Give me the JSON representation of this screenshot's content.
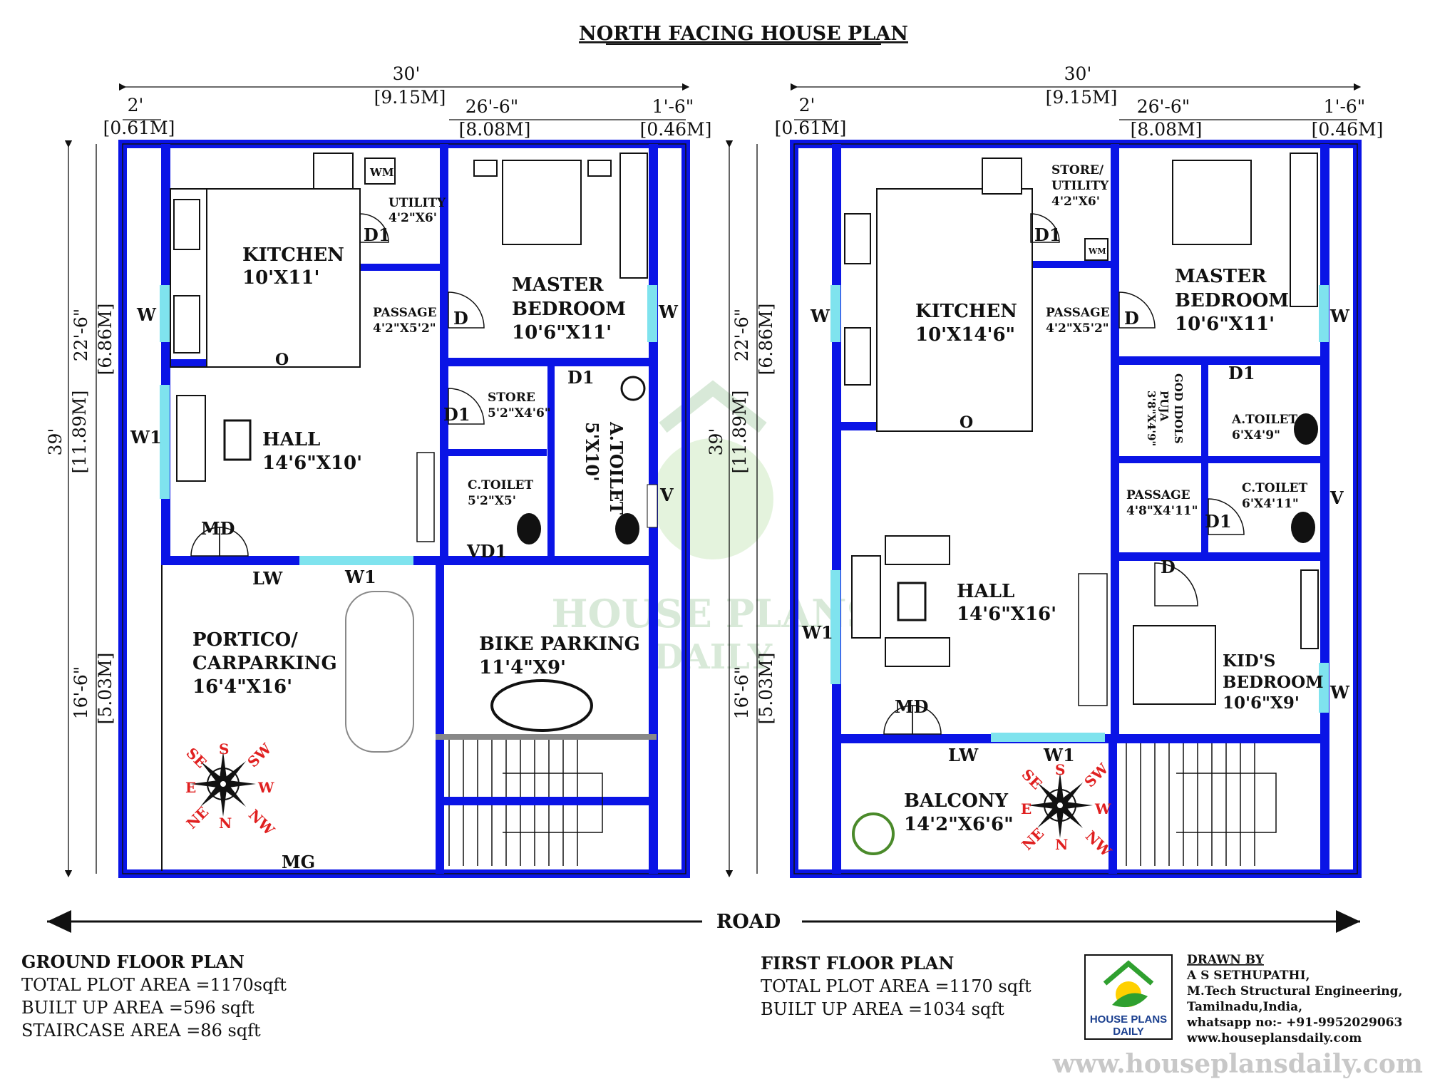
{
  "title": "NORTH FACING HOUSE PLAN",
  "road": "ROAD",
  "watermark": {
    "line1": "HOUSE PLANS",
    "line2": "DAILY"
  },
  "ground": {
    "dims": {
      "w": "30'",
      "w_m": "[9.15M]",
      "a": "2'",
      "a_m": "[0.61M]",
      "b": "26'-6\"",
      "b_m": "[8.08M]",
      "c": "1'-6\"",
      "c_m": "[0.46M]",
      "h": "39'",
      "h_m": "[11.89M]",
      "h1": "22'-6\"",
      "h1_m": "[6.86M]",
      "h2": "16'-6\"",
      "h2_m": "[5.03M]"
    },
    "rooms": {
      "kitchen": [
        "KITCHEN",
        "10'X11'"
      ],
      "utility": [
        "UTILITY",
        "4'2\"X6'"
      ],
      "passage": [
        "PASSAGE",
        "4'2\"X5'2\""
      ],
      "master": [
        "MASTER",
        "BEDROOM",
        "10'6\"X11'"
      ],
      "store": [
        "STORE",
        "5'2\"X4'6\""
      ],
      "atoilet": [
        "A.TOILET",
        "5'X10'"
      ],
      "ctoilet": [
        "C.TOILET",
        "5'2\"X5'"
      ],
      "hall": [
        "HALL",
        "14'6\"X10'"
      ],
      "portico": [
        "PORTICO/",
        "CARPARKING",
        "16'4\"X16'"
      ],
      "bike": [
        "BIKE PARKING",
        "11'4\"X9'"
      ]
    },
    "tags": {
      "wm": "WM",
      "d1a": "D1",
      "d1b": "D1",
      "d1c": "D1",
      "d": "D",
      "o": "O",
      "w_left": "W",
      "w_right": "W",
      "w1_left": "W1",
      "w1_bottom": "W1",
      "md": "MD",
      "lw": "LW",
      "vd1": "VD1",
      "v": "V",
      "mg": "MG"
    },
    "compass": {
      "s": "S",
      "sw": "SW",
      "w": "W",
      "nw": "NW",
      "n": "N",
      "ne": "NE",
      "e": "E",
      "se": "SE"
    },
    "notes": {
      "heading": "GROUND FLOOR PLAN",
      "plot": "TOTAL PLOT AREA =1170sqft",
      "builtup": "BUILT UP AREA =596 sqft",
      "stair": "STAIRCASE AREA =86 sqft"
    }
  },
  "first": {
    "dims": {
      "w": "30'",
      "w_m": "[9.15M]",
      "a": "2'",
      "a_m": "[0.61M]",
      "b": "26'-6\"",
      "b_m": "[8.08M]",
      "c": "1'-6\"",
      "c_m": "[0.46M]",
      "h": "39'",
      "h_m": "[11.89M]",
      "h1": "22'-6\"",
      "h1_m": "[6.86M]",
      "h2": "16'-6\"",
      "h2_m": "[5.03M]"
    },
    "rooms": {
      "store": [
        "STORE/",
        "UTILITY",
        "4'2\"X6'"
      ],
      "kitchen": [
        "KITCHEN",
        "10'X14'6\""
      ],
      "passage": [
        "PASSAGE",
        "4'2\"X5'2\""
      ],
      "master": [
        "MASTER",
        "BEDROOM",
        "10'6\"X11'"
      ],
      "puja": [
        "GOD IDOLS",
        "PUJA",
        "3'8\"X4'9\""
      ],
      "atoilet": [
        "A.TOILET",
        "6'X4'9\""
      ],
      "passage2": [
        "PASSAGE",
        "4'8\"X4'11\""
      ],
      "ctoilet": [
        "C.TOILET",
        "6'X4'11\""
      ],
      "hall": [
        "HALL",
        "14'6\"X16'"
      ],
      "kids": [
        "KID'S",
        "BEDROOM",
        "10'6\"X9'"
      ],
      "balcony": [
        "BALCONY",
        "14'2\"X6'6\""
      ]
    },
    "tags": {
      "wm": "WM",
      "d1a": "D1",
      "d1b": "D1",
      "d1c": "D1",
      "d": "D",
      "d2": "D",
      "o": "O",
      "w_left": "W",
      "w_right": "W",
      "w_right2": "W",
      "w1_left": "W1",
      "w1_bottom": "W1",
      "md": "MD",
      "lw": "LW",
      "v": "V"
    },
    "compass": {
      "s": "S",
      "sw": "SW",
      "w": "W",
      "nw": "NW",
      "n": "N",
      "ne": "NE",
      "e": "E",
      "se": "SE"
    },
    "notes": {
      "heading": "FIRST FLOOR PLAN",
      "plot": "TOTAL PLOT AREA =1170 sqft",
      "builtup": "BUILT UP AREA =1034 sqft"
    }
  },
  "credits": {
    "drawn_by": "DRAWN BY",
    "name": "A S SETHUPATHI,",
    "degree": "M.Tech Structural Engineering,",
    "place": "Tamilnadu,India,",
    "whatsapp": "whatsapp no:- +91-9952029063",
    "web": "www.houseplansdaily.com",
    "logo_line1": "HOUSE PLANS",
    "logo_line2": "DAILY",
    "footer_url": "www.houseplansdaily.com"
  },
  "colors": {
    "wall": "#0a14e6",
    "window": "#7fe3ee",
    "compass": "#e02020"
  }
}
